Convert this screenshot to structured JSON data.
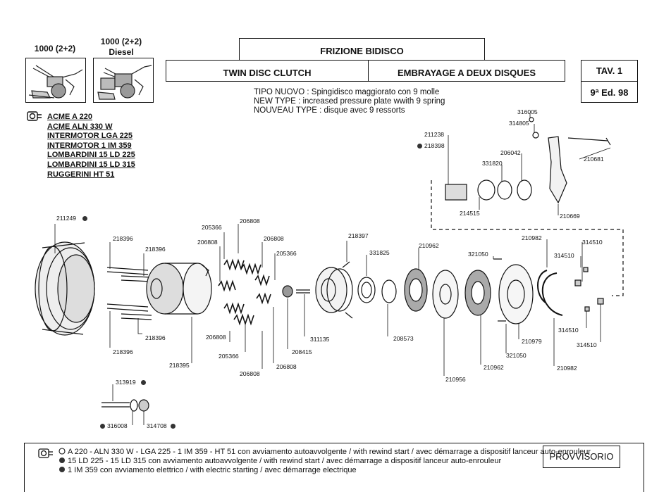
{
  "header": {
    "model_left": "1000 (2+2)",
    "model_right_line1": "1000 (2+2)",
    "model_right_line2": "Diesel",
    "title_it": "FRIZIONE BIDISCO",
    "title_en": "TWIN DISC CLUTCH",
    "title_fr": "EMBRAYAGE A DEUX DISQUES",
    "table_no": "TAV. 1",
    "edition": "9ª Ed. 98"
  },
  "notes": {
    "line_it": "TIPO NUOVO : Spingidisco maggiorato con 9 molle",
    "line_en": "NEW TYPE : increased pressure plate wwith 9 spring",
    "line_fr": "NOUVEAU TYPE : disque avec 9 ressorts"
  },
  "engines": [
    "ACME A 220",
    "ACME ALN 330 W",
    "INTERMOTOR LGA 225",
    "INTERMOTOR 1 IM 359",
    "LOMBARDINI 15 LD 225",
    "LOMBARDINI 15 LD 315",
    "RUGGERINI HT 51"
  ],
  "part_numbers": {
    "p211249": "211249",
    "p218396a": "218396",
    "p218396b": "218396",
    "p218396c": "218396",
    "p218396d": "218396",
    "p218395": "218395",
    "p205366a": "205366",
    "p206808a": "206808",
    "p206808b": "206808",
    "p206808c": "206808",
    "p206808d": "206808",
    "p206808e": "206808",
    "p206808f": "206808",
    "p205366b": "205366",
    "p205366c": "205366",
    "p208415": "208415",
    "p311135": "311135",
    "p218397": "218397",
    "p331825": "331825",
    "p208573": "208573",
    "p210962a": "210962",
    "p210962b": "210962",
    "p210956": "210956",
    "p321050a": "321050",
    "p321050b": "321050",
    "p210979": "210979",
    "p210982a": "210982",
    "p210982b": "210982",
    "p314510a": "314510",
    "p314510b": "314510",
    "p314510c": "314510",
    "p314510d": "314510",
    "p313919": "313919",
    "p316008": "316008",
    "p314708": "314708",
    "p316005": "316005",
    "p314805": "314805",
    "p211238": "211238",
    "p218398": "218398",
    "p206042": "206042",
    "p331820": "331820",
    "p210681": "210681",
    "p214515": "214515",
    "p210669": "210669"
  },
  "legend": {
    "row1": "A 220 - ALN 330 W - LGA 225 - 1 IM 359 - HT 51 con avviamento autoavvolgente / with rewind start / avec démarrage a dispositif lanceur auto-enrouleur",
    "row2": "15 LD 225 - 15 LD 315 con avviamento autoavvolgente / with rewind start / avec démarrage a dispositif lanceur auto-enrouleur",
    "row3": "1 IM 359 con avviamento elettrico / with electric starting / avec démarrage electrique",
    "status": "PROVVISORIO"
  }
}
